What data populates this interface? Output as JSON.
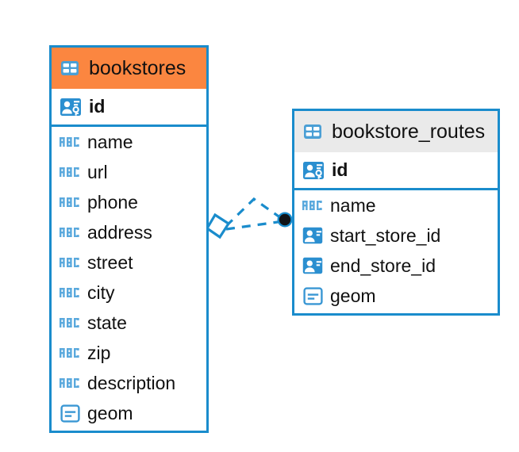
{
  "diagram": {
    "type": "entity-relationship-diagram",
    "background": "#ffffff",
    "accent_color": "#1a8ccc",
    "highlight_color": "#fb8640",
    "header_grey": "#eaeaea"
  },
  "entities": [
    {
      "name": "bookstores",
      "header_style": "orange",
      "header_icon": "table-icon",
      "primary_key": {
        "label": "id",
        "icon": "primary-key-icon"
      },
      "columns": [
        {
          "label": "name",
          "icon": "abc-text-icon"
        },
        {
          "label": "url",
          "icon": "abc-text-icon"
        },
        {
          "label": "phone",
          "icon": "abc-text-icon"
        },
        {
          "label": "address",
          "icon": "abc-text-icon"
        },
        {
          "label": "street",
          "icon": "abc-text-icon"
        },
        {
          "label": "city",
          "icon": "abc-text-icon"
        },
        {
          "label": "state",
          "icon": "abc-text-icon"
        },
        {
          "label": "zip",
          "icon": "abc-text-icon"
        },
        {
          "label": "description",
          "icon": "abc-text-icon"
        },
        {
          "label": "geom",
          "icon": "geometry-icon"
        }
      ]
    },
    {
      "name": "bookstore_routes",
      "header_style": "grey",
      "header_icon": "table-icon",
      "primary_key": {
        "label": "id",
        "icon": "primary-key-icon"
      },
      "columns": [
        {
          "label": "name",
          "icon": "abc-text-icon"
        },
        {
          "label": "start_store_id",
          "icon": "foreign-key-icon"
        },
        {
          "label": "end_store_id",
          "icon": "foreign-key-icon"
        },
        {
          "label": "geom",
          "icon": "geometry-icon"
        }
      ]
    }
  ],
  "relationship": {
    "style": "dashed",
    "color": "#1a8ccc",
    "source_marker": "diamond-outline",
    "target_marker": "filled-circle",
    "from": "bookstores",
    "to": "bookstore_routes"
  }
}
